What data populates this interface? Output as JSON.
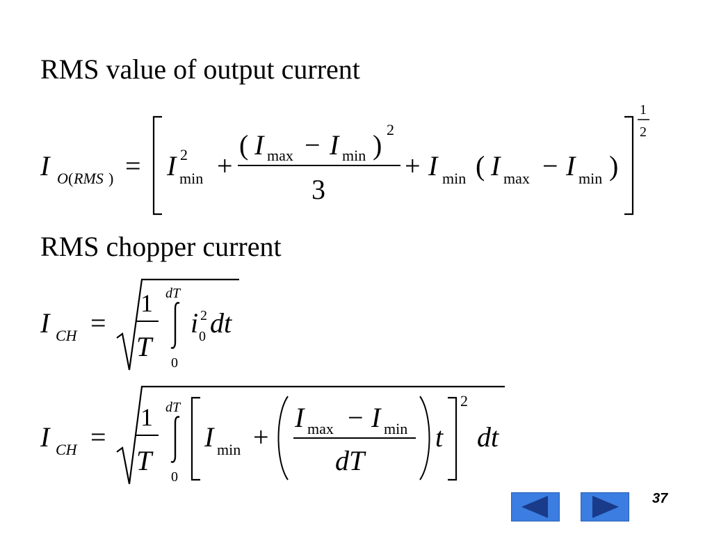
{
  "slide": {
    "heading_output": "RMS value of output current",
    "heading_chopper": "RMS chopper current",
    "page_number": "37"
  },
  "equations": {
    "sym_I": "I",
    "sub_O": "O",
    "sub_RMS": "RMS",
    "sub_CH": "CH",
    "sub_min": "min",
    "sub_max": "max",
    "sup_2": "2",
    "num_1": "1",
    "num_3": "3",
    "op_eq": "=",
    "op_plus": "+",
    "op_minus": "−",
    "var_T": "T",
    "var_i": "i",
    "var_t": "t",
    "sub_0": "0",
    "diff_dt": "dt",
    "limit_dT": "dT",
    "limit_0": "0",
    "den_dT": "dT"
  },
  "navigation": {
    "prev_icon": "triangle-left-icon",
    "next_icon": "triangle-right-icon",
    "button_color": "#3b7de0",
    "arrow_color": "#1a3a8a"
  }
}
